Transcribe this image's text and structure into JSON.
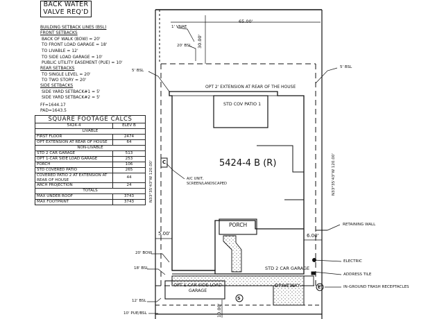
{
  "header": {
    "backwater_line1": "BACK WATER",
    "backwater_line2": "VALVE REQ'D"
  },
  "setbacks": {
    "title": "BUILDING SETBACK LINES (BSL)",
    "front_title": "FRONT SETBACKS",
    "front_items": [
      "BACK OF WALK (BOW) = 20'",
      "TO FRONT LOAD GARAGE = 18'",
      "TO LIVABLE = 12'",
      "TO SIDE LOAD GARAGE = 10'",
      "PUBLIC UTILITY EASEMENT (PUE) = 10'"
    ],
    "rear_title": "REAR SETBACKS",
    "rear_items": [
      "TO SINGLE LEVEL = 20'",
      "TO TWO STORY = 20'"
    ],
    "side_title": "SIDE SETBACKS",
    "side_items": [
      "SIDE YARD SETBACK#1 = 5'",
      "SIDE YARD SETBACK#2 = 5'"
    ],
    "ff": "FF=1644.17",
    "pad": "PAD=1643.5"
  },
  "sqft_table": {
    "title": "SQUARE FOOTAGE CALCS",
    "plan": "5424-4",
    "elev": "ELEV B",
    "livable_header": "LIVABLE",
    "livable": [
      {
        "label": "FIRST FLOOR",
        "value": "2474"
      },
      {
        "label": "OPT EXTENSION AT REAR OF HOUSE",
        "value": "64"
      }
    ],
    "nonlivable_header": "NON-LIVABLE",
    "nonlivable": [
      {
        "label": "STD 2 CAR GARAGE",
        "value": "513"
      },
      {
        "label": "OPT 1-CAR SIDE LOAD GARAGE",
        "value": "253"
      },
      {
        "label": "PORCH",
        "value": "106"
      },
      {
        "label": "STD COVERED PATIO",
        "value": "265"
      },
      {
        "label": "COVERED PATIO 2 AT EXTENSION AT REAR OF HOUSE",
        "value": "44"
      },
      {
        "label": "ARCH PROJECTION",
        "value": "24"
      }
    ],
    "totals_header": "TOTALS",
    "totals": [
      {
        "label": "MAX UNDER ROOF",
        "value": "3743"
      },
      {
        "label": "MAX FOOTPRINT",
        "value": "3743"
      }
    ]
  },
  "plan": {
    "lot_width_top": "65.00'",
    "rear_setback_dim": "30.00'",
    "left_side_dim": "5.00'",
    "right_side_dim": "6.00'",
    "front_dim": "10.00'",
    "left_bearing": "N33°35'43\"W 120.00'",
    "right_bearing": "N33°35'43\"W 120.00'",
    "house_label": "5424-4 B (R)",
    "patio_label": "STD COV PATIO 1",
    "opt_extension_label": "OPT 2' EXTENSION AT REAR OF THE HOUSE",
    "porch_label": "PORCH",
    "garage_label": "STD 2 CAR GARAGE",
    "opt_garage_label": "OPT 1 CAR SIDE LOAD GARAGE",
    "driveway_label": "DRIVEWAY",
    "ac_unit_label": "A/C UNIT, SCREEN/LANDSCAPED",
    "ac_symbol": "C",
    "sewer_symbol": "S",
    "trash_symbol": "E"
  },
  "callouts": {
    "vnae": "1' VNAE",
    "rear_bsl": "20' BSL",
    "left_bsl": "5' BSL",
    "right_bsl": "5' BSL",
    "bow": "20' BOW",
    "front_bsl_18": "18' BSL",
    "front_bsl_12": "12' BSL",
    "pue_bsl": "10' PUE/BSL",
    "retaining_wall": "RETAINING WALL",
    "electric": "ELECTRIC",
    "address_tile": "ADDRESS TILE",
    "trash_receptacles": "IN-GROUND TRASH RECEPTACLES"
  }
}
